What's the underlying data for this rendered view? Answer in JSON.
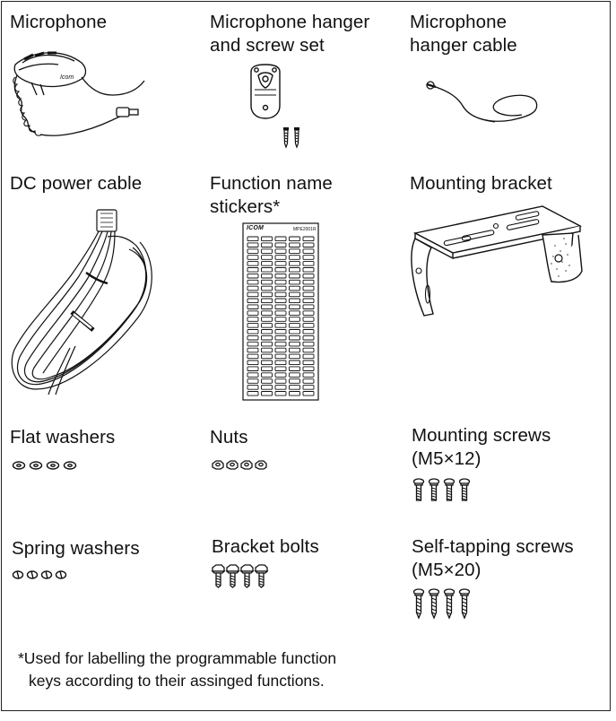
{
  "items": [
    {
      "label": "Microphone",
      "icon": "microphone-icon"
    },
    {
      "label_lines": [
        "Microphone hanger",
        "and screw set"
      ],
      "icon": "microphone-hanger-icon"
    },
    {
      "label_lines": [
        "Microphone",
        "hanger cable"
      ],
      "icon": "hanger-cable-icon"
    },
    {
      "label": "DC power cable",
      "icon": "dc-power-cable-icon"
    },
    {
      "label_lines": [
        "Function name",
        "stickers*"
      ],
      "icon": "function-stickers-icon"
    },
    {
      "label": "Mounting bracket",
      "icon": "mounting-bracket-icon"
    },
    {
      "label": "Flat washers",
      "icon": "flat-washers-icon",
      "count": 4
    },
    {
      "label": "Nuts",
      "icon": "nuts-icon",
      "count": 4
    },
    {
      "label_lines": [
        "Mounting screws",
        "(M5×12)"
      ],
      "icon": "mounting-screws-icon",
      "count": 4
    },
    {
      "label": "Spring washers",
      "icon": "spring-washers-icon",
      "count": 4
    },
    {
      "label": "Bracket bolts",
      "icon": "bracket-bolts-icon",
      "count": 4
    },
    {
      "label_lines": [
        "Self-tapping screws",
        "(M5×20)"
      ],
      "icon": "self-tapping-screws-icon",
      "count": 4
    }
  ],
  "sticker_sheet": {
    "brand": "ICOM",
    "model": "MPE2001R"
  },
  "microphone_brand": "Icom",
  "footnote": [
    "*Used for labelling the programmable function",
    "keys according to their assinged functions."
  ]
}
